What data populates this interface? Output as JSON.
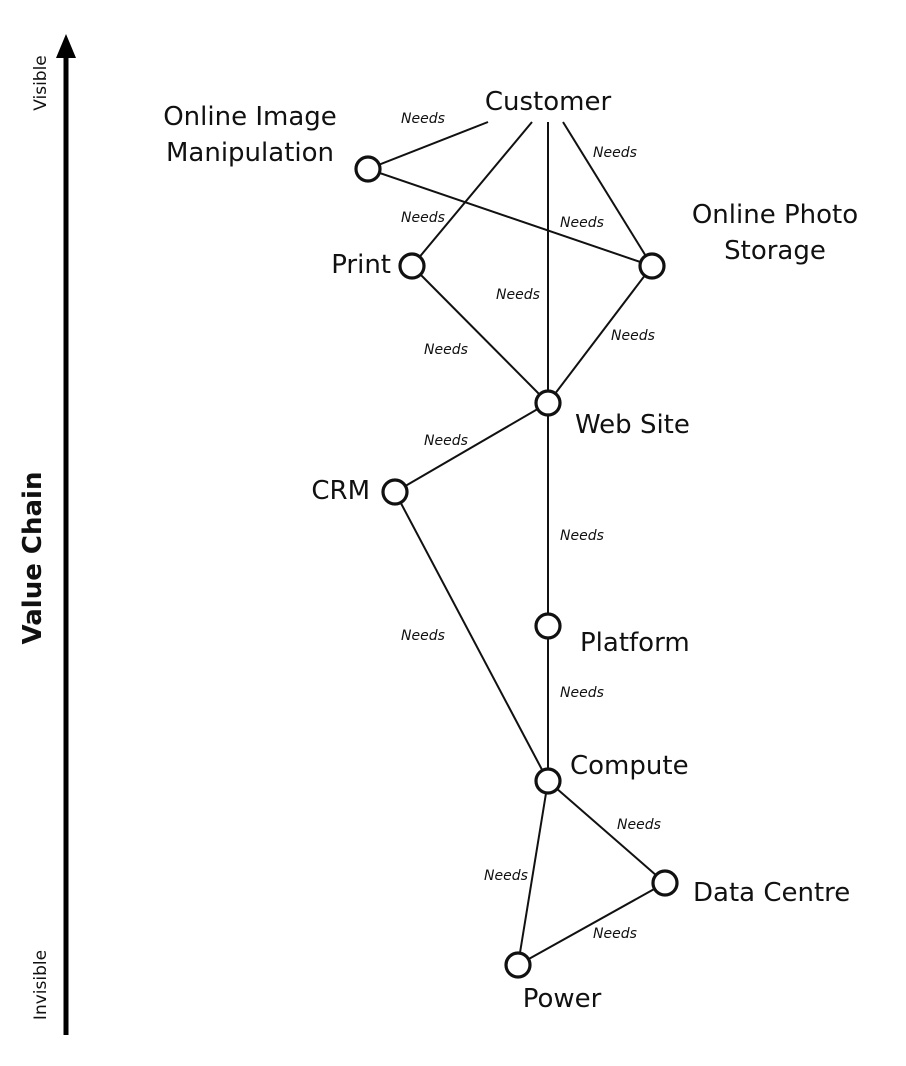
{
  "axis": {
    "title": "Value Chain",
    "top_label": "Visible",
    "bottom_label": "Invisible"
  },
  "nodes": [
    {
      "id": "customer",
      "label": "Customer"
    },
    {
      "id": "image",
      "label": "Online Image Manipulation"
    },
    {
      "id": "print",
      "label": "Print"
    },
    {
      "id": "storage",
      "label": "Online Photo Storage"
    },
    {
      "id": "website",
      "label": "Web Site"
    },
    {
      "id": "crm",
      "label": "CRM"
    },
    {
      "id": "platform",
      "label": "Platform"
    },
    {
      "id": "compute",
      "label": "Compute"
    },
    {
      "id": "datacentre",
      "label": "Data Centre"
    },
    {
      "id": "power",
      "label": "Power"
    }
  ],
  "edges": [
    {
      "from": "customer",
      "to": "image",
      "label": "Needs"
    },
    {
      "from": "customer",
      "to": "print",
      "label": "Needs"
    },
    {
      "from": "customer",
      "to": "website",
      "label": "Needs"
    },
    {
      "from": "customer",
      "to": "storage",
      "label": "Needs"
    },
    {
      "from": "image",
      "to": "storage",
      "label": "Needs"
    },
    {
      "from": "print",
      "to": "website",
      "label": "Needs"
    },
    {
      "from": "storage",
      "to": "website",
      "label": "Needs"
    },
    {
      "from": "website",
      "to": "crm",
      "label": "Needs"
    },
    {
      "from": "website",
      "to": "platform",
      "label": "Needs"
    },
    {
      "from": "crm",
      "to": "compute",
      "label": "Needs"
    },
    {
      "from": "platform",
      "to": "compute",
      "label": "Needs"
    },
    {
      "from": "compute",
      "to": "datacentre",
      "label": "Needs"
    },
    {
      "from": "compute",
      "to": "power",
      "label": "Needs"
    },
    {
      "from": "datacentre",
      "to": "power",
      "label": "Needs"
    }
  ]
}
